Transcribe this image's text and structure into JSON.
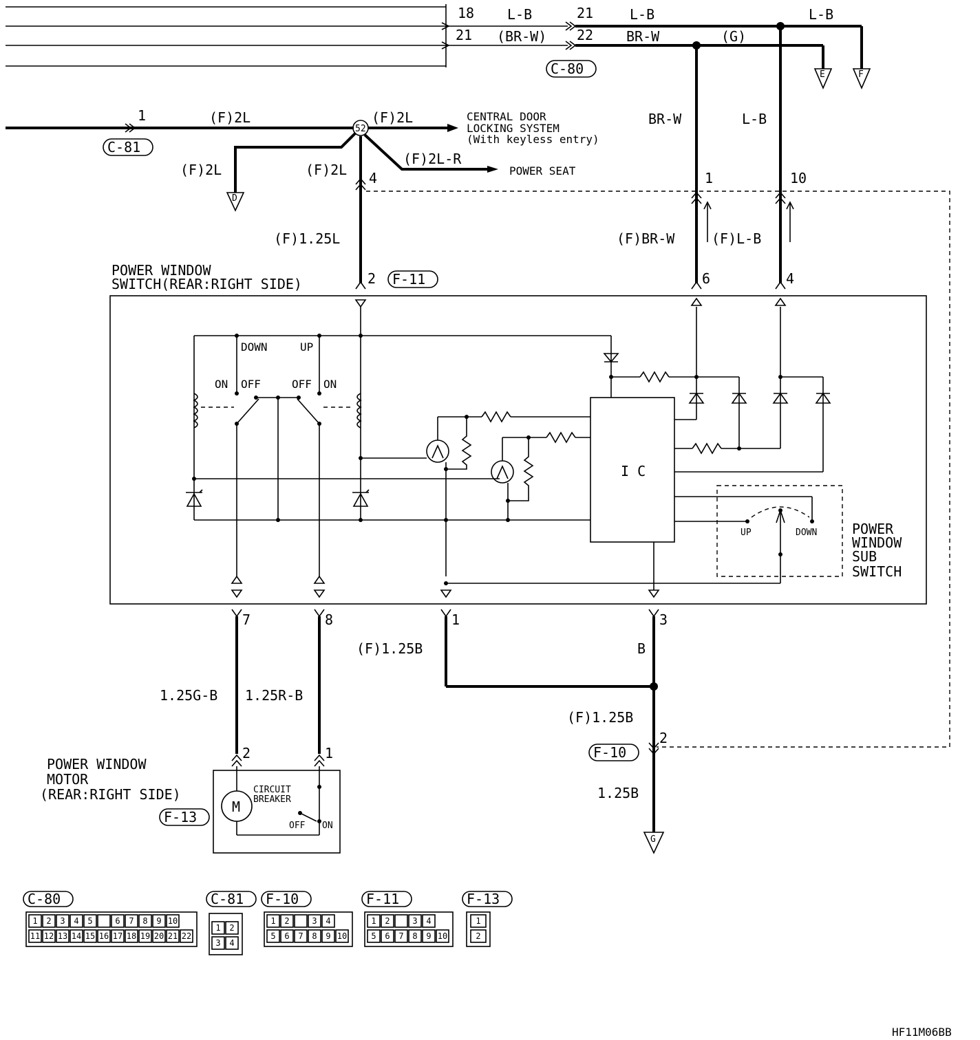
{
  "wires": {
    "top_pin_18": "18",
    "top_pin_21a": "21",
    "top_lb_1": "L-B",
    "top_pin_21b": "21",
    "top_pin_22": "22",
    "top_brw_paren": "(BR-W)",
    "top_lb_2": "L-B",
    "top_brw": "BR-W",
    "top_g": "(G)",
    "top_lb_3": "L-B",
    "feed_pin": "1",
    "feed_f2l": "(F)2L",
    "f2l_right": "(F)2L",
    "f2l_left": "(F)2L",
    "f2l_down": "(F)2L",
    "f2lr": "(F)2L-R",
    "pin4": "4",
    "f125l": "(F)1.25L",
    "brw_v": "BR-W",
    "lb_v": "L-B",
    "pin1_top": "1",
    "pin10_top": "10",
    "f_brw": "(F)BR-W",
    "f_lb": "(F)L-B",
    "pin2_sw": "2",
    "pin6_sw": "6",
    "pin4_sw": "4",
    "pin7": "7",
    "pin8": "8",
    "pin1_bot": "1",
    "pin3_bot": "3",
    "f125b_a": "(F)1.25B",
    "b": "B",
    "g125b": "1.25G-B",
    "r125b": "1.25R-B",
    "f125b_b": "(F)1.25B",
    "pin2_f10": "2",
    "b125": "1.25B",
    "motor_pin2": "2",
    "motor_pin1": "1"
  },
  "labels": {
    "central_door_1": "CENTRAL DOOR",
    "central_door_2": "LOCKING SYSTEM",
    "central_door_3": "(With keyless entry)",
    "power_seat": "POWER SEAT",
    "pws_1": "POWER WINDOW",
    "pws_2": "SWITCH(REAR:RIGHT SIDE)",
    "down": "DOWN",
    "up": "UP",
    "on_l": "ON",
    "off_l": "OFF",
    "off_r": "OFF",
    "on_r": "ON",
    "ic": "I C",
    "sub_up": "UP",
    "sub_down": "DOWN",
    "sub_1": "POWER",
    "sub_2": "WINDOW",
    "sub_3": "SUB",
    "sub_4": "SWITCH",
    "motor_1": "POWER WINDOW",
    "motor_2": "MOTOR",
    "motor_3": "(REAR:RIGHT SIDE)",
    "cb_1": "CIRCUIT",
    "cb_2": "BREAKER",
    "cb_off": "OFF",
    "cb_on": "ON",
    "m": "M",
    "joint": "52",
    "code": "HF11M06BB"
  },
  "connectors": {
    "c80": "C-80",
    "c81": "C-81",
    "f10": "F-10",
    "f11": "F-11",
    "f13": "F-13"
  },
  "grounds": {
    "d": "D",
    "e": "E",
    "f": "F",
    "g": "G"
  },
  "faces": {
    "c80_row1": [
      "1",
      "2",
      "3",
      "4",
      "5",
      "",
      "6",
      "7",
      "8",
      "9",
      "10"
    ],
    "c80_row2": [
      "11",
      "12",
      "13",
      "14",
      "15",
      "16",
      "17",
      "18",
      "19",
      "20",
      "21",
      "22"
    ],
    "c81_row1": [
      "1",
      "2"
    ],
    "c81_row2": [
      "3",
      "4"
    ],
    "f10_row1": [
      "1",
      "2",
      "",
      "3",
      "4"
    ],
    "f10_row2": [
      "5",
      "6",
      "7",
      "8",
      "9",
      "10"
    ],
    "f11_row1": [
      "1",
      "2",
      "",
      "3",
      "4"
    ],
    "f11_row2": [
      "5",
      "6",
      "7",
      "8",
      "9",
      "10"
    ],
    "f13_rows": [
      "1",
      "2"
    ]
  }
}
